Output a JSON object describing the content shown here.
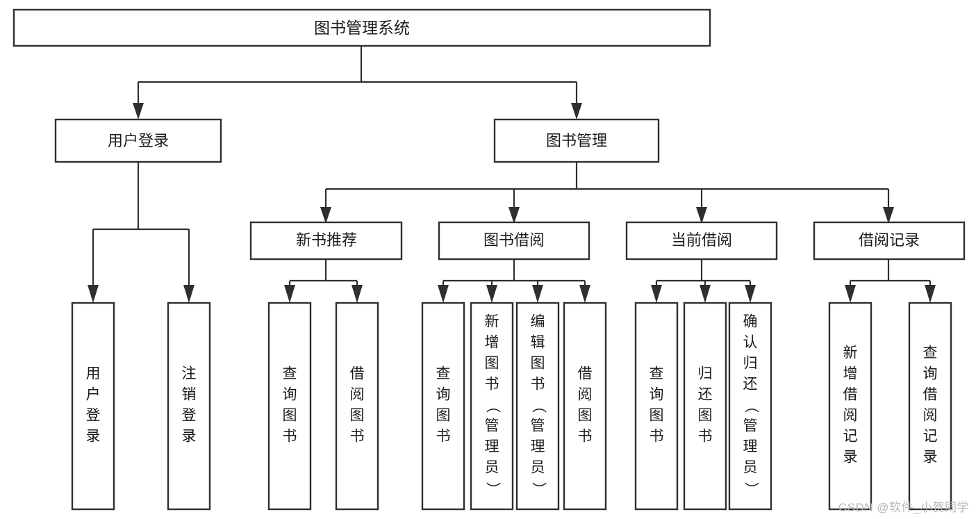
{
  "diagram": {
    "title": "图书管理系统",
    "type": "tree-hierarchy-chart",
    "colors": {
      "stroke": "#2f2f2f",
      "fill": "#ffffff",
      "text": "#1b1b1b",
      "watermark": "#b8b8b8"
    },
    "root": {
      "label": "图书管理系统"
    },
    "level2": [
      {
        "label": "用户登录"
      },
      {
        "label": "图书管理"
      }
    ],
    "level3": [
      {
        "label": "新书推荐"
      },
      {
        "label": "图书借阅"
      },
      {
        "label": "当前借阅"
      },
      {
        "label": "借阅记录"
      }
    ],
    "leaves": {
      "user_login": [
        {
          "label": "用户登录"
        },
        {
          "label": "注销登录"
        }
      ],
      "new_book_recommend": [
        {
          "label": "查询图书"
        },
        {
          "label": "借阅图书"
        }
      ],
      "book_borrow": [
        {
          "label": "查询图书"
        },
        {
          "label": "新增图书（管理员）"
        },
        {
          "label": "编辑图书（管理员）"
        },
        {
          "label": "借阅图书"
        }
      ],
      "current_borrow": [
        {
          "label": "查询图书"
        },
        {
          "label": "归还图书"
        },
        {
          "label": "确认归还（管理员）"
        }
      ],
      "borrow_record": [
        {
          "label": "新增借阅记录"
        },
        {
          "label": "查询借阅记录"
        }
      ]
    }
  },
  "watermark": {
    "text": "CSDN @软件_小贺同学"
  }
}
